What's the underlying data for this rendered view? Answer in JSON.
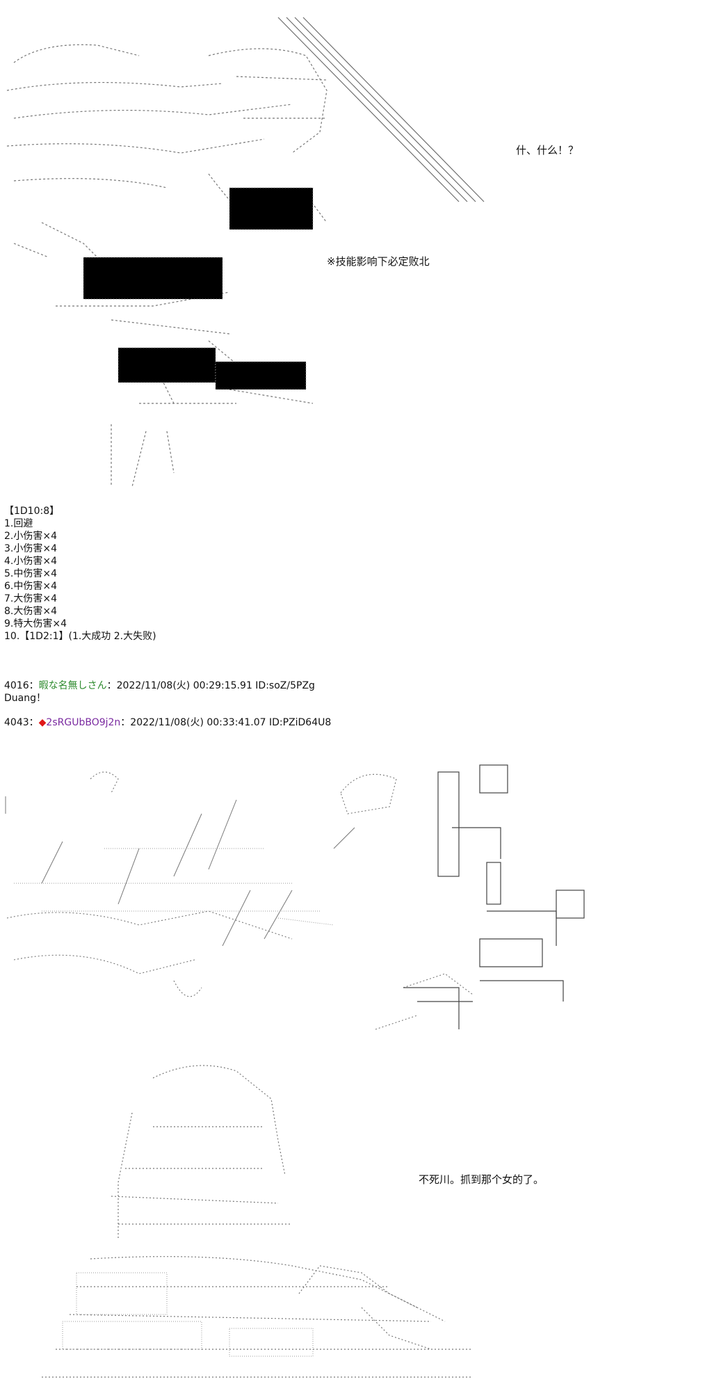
{
  "captions": {
    "what": "什、什么！？",
    "skill_effect": "※技能影响下必定败北",
    "shinazugawa": "不死川。抓到那个女的了。"
  },
  "roll": {
    "header": "【1D10:8】",
    "items": [
      "1.回避",
      "2.小伤害×4",
      "3.小伤害×4",
      "4.小伤害×4",
      "5.中伤害×4",
      "6.中伤害×4",
      "7.大伤害×4",
      "8.大伤害×4",
      "9.特大伤害×4",
      "10.【1D2:1】(1.大成功  2.大失败)"
    ]
  },
  "posts": [
    {
      "number": "4016",
      "separator": "：",
      "name": "暇な名無しさん",
      "meta": "：2022/11/08(火) 00:29:15.91 ID:soZ/5PZg",
      "body": "Duang！"
    },
    {
      "number": "4043",
      "separator": "：",
      "marker": "◆",
      "name": "2sRGUbBO9j2n",
      "meta": "：2022/11/08(火) 00:33:41.07 ID:PZiD64U8",
      "body": ""
    }
  ],
  "colors": {
    "name_green": "#2e8b2e",
    "name_purple": "#7a2aa0",
    "marker_red": "#e01818"
  }
}
